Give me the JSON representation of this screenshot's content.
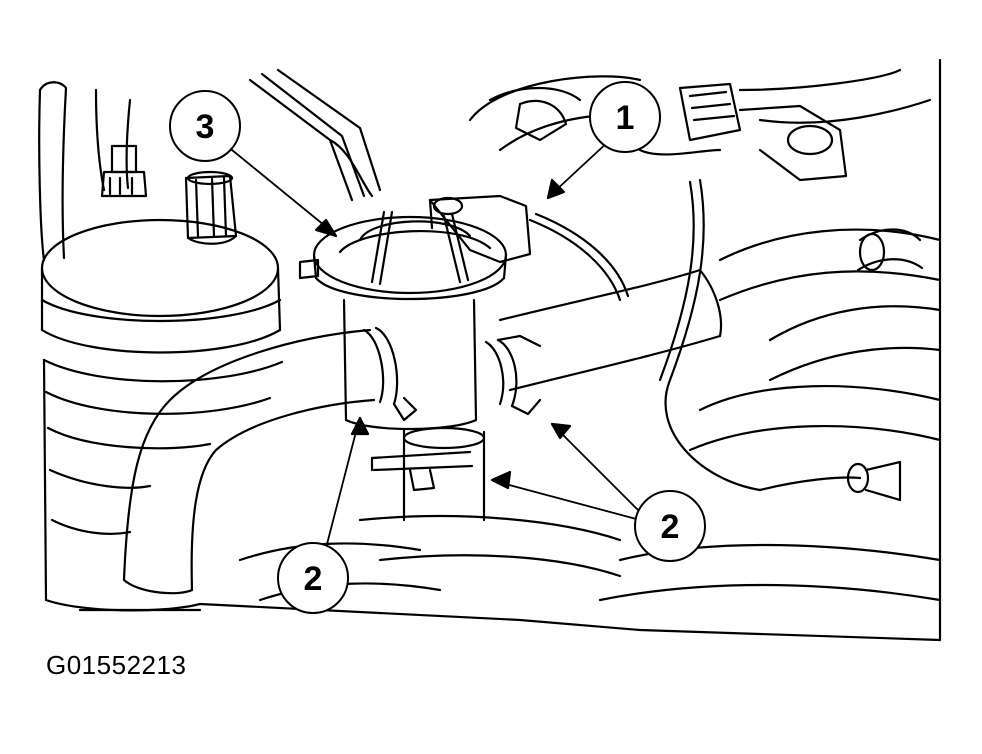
{
  "figure": {
    "id": "G01552213"
  },
  "callouts": [
    {
      "label": "1"
    },
    {
      "label": "2"
    },
    {
      "label": "2"
    },
    {
      "label": "3"
    }
  ],
  "colors": {
    "line": "#000000",
    "background": "#ffffff"
  }
}
